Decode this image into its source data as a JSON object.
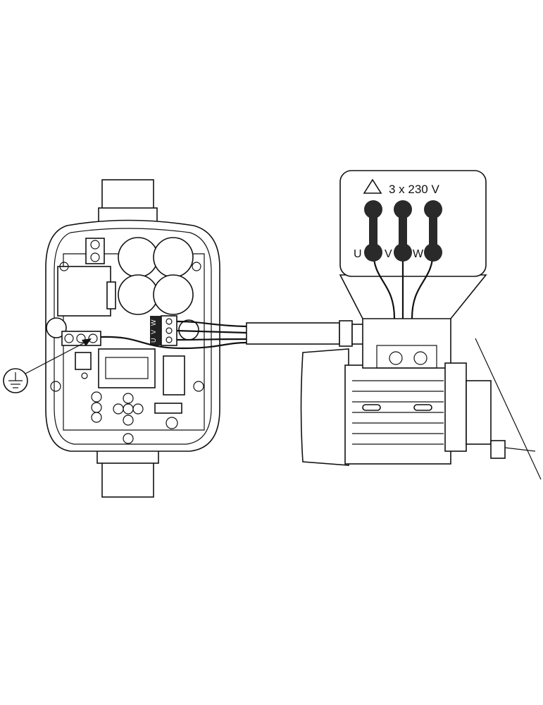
{
  "supply_label": "3 x 230 V",
  "supply_connection": "delta",
  "motor_terminals": [
    "U",
    "V",
    "W"
  ],
  "controller_terminals": [
    "U",
    "V",
    "W"
  ],
  "ground_symbol": "earth-ground-icon",
  "colors": {
    "line": "#111111",
    "background": "#ffffff",
    "bridge": "#2a2a2a"
  }
}
